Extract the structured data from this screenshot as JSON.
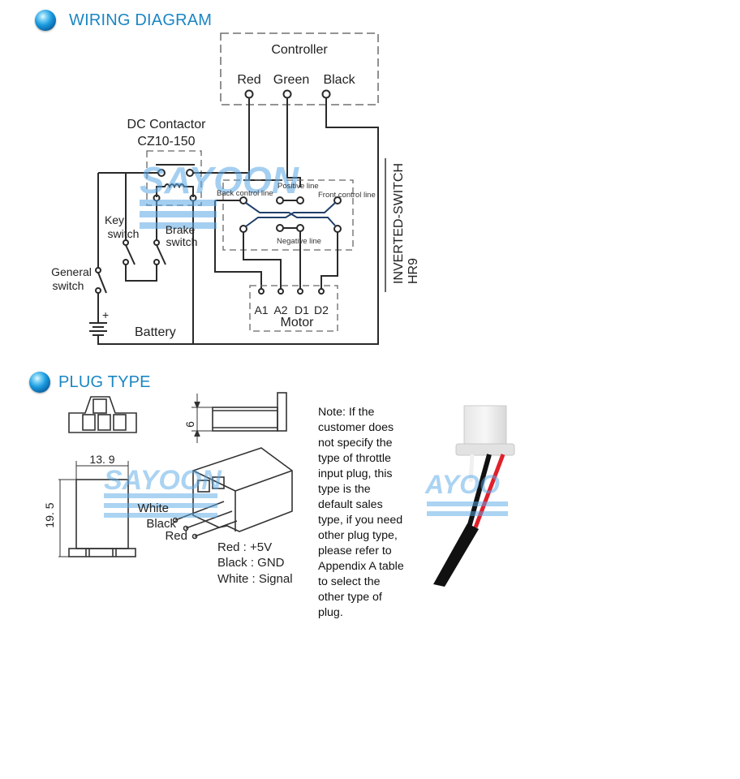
{
  "sections": {
    "wiring": {
      "title": "WIRING DIAGRAM",
      "icon": "blue-orb-bullet"
    },
    "plug": {
      "title": "PLUG TYPE",
      "icon": "blue-orb-bullet"
    }
  },
  "wiring_diagram": {
    "controller": {
      "label": "Controller",
      "terminals": [
        "Red",
        "Green",
        "Black"
      ]
    },
    "contactor": {
      "label_line1": "DC Contactor",
      "label_line2": "CZ10-150"
    },
    "switch_box": {
      "back_label": "Back control line",
      "positive_label": "Positive line",
      "front_label": "Front control line",
      "negative_label": "Negative line"
    },
    "inverted_switch": {
      "line1": "INVERTED-SWITCH",
      "line2": "HR9"
    },
    "key_switch": {
      "line1": "Key",
      "line2": "switch"
    },
    "brake_switch": {
      "line1": "Brake",
      "line2": "switch"
    },
    "general_switch": {
      "line1": "General",
      "line2": "switch"
    },
    "battery": {
      "label": "Battery",
      "plus": "+"
    },
    "motor": {
      "label": "Motor",
      "terminals": [
        "A1",
        "A2",
        "D1",
        "D2"
      ]
    },
    "watermark": {
      "latin": "SAYOON",
      "accent": "#e8414a",
      "color": "#5aa9e6"
    }
  },
  "plug_type": {
    "dim_height": "6",
    "dim_width": "13. 9",
    "dim_length": "19. 5",
    "wire_labels": [
      "White",
      "Black",
      "Red"
    ],
    "pinout": [
      "Red : +5V",
      "Black : GND",
      "White : Signal"
    ],
    "note_lines": [
      "Note: If the",
      "customer does",
      "not specify the",
      "type of throttle",
      "input plug, this",
      "type is the",
      "default sales",
      "type, if you need",
      "other plug type,",
      "please refer to",
      "Appendix A table",
      "to select the",
      "other type of",
      "plug."
    ],
    "photo": {
      "description": "throttle plug photo",
      "wire_colors": [
        "#f4f4f4",
        "#111111",
        "#e0202a"
      ]
    }
  }
}
